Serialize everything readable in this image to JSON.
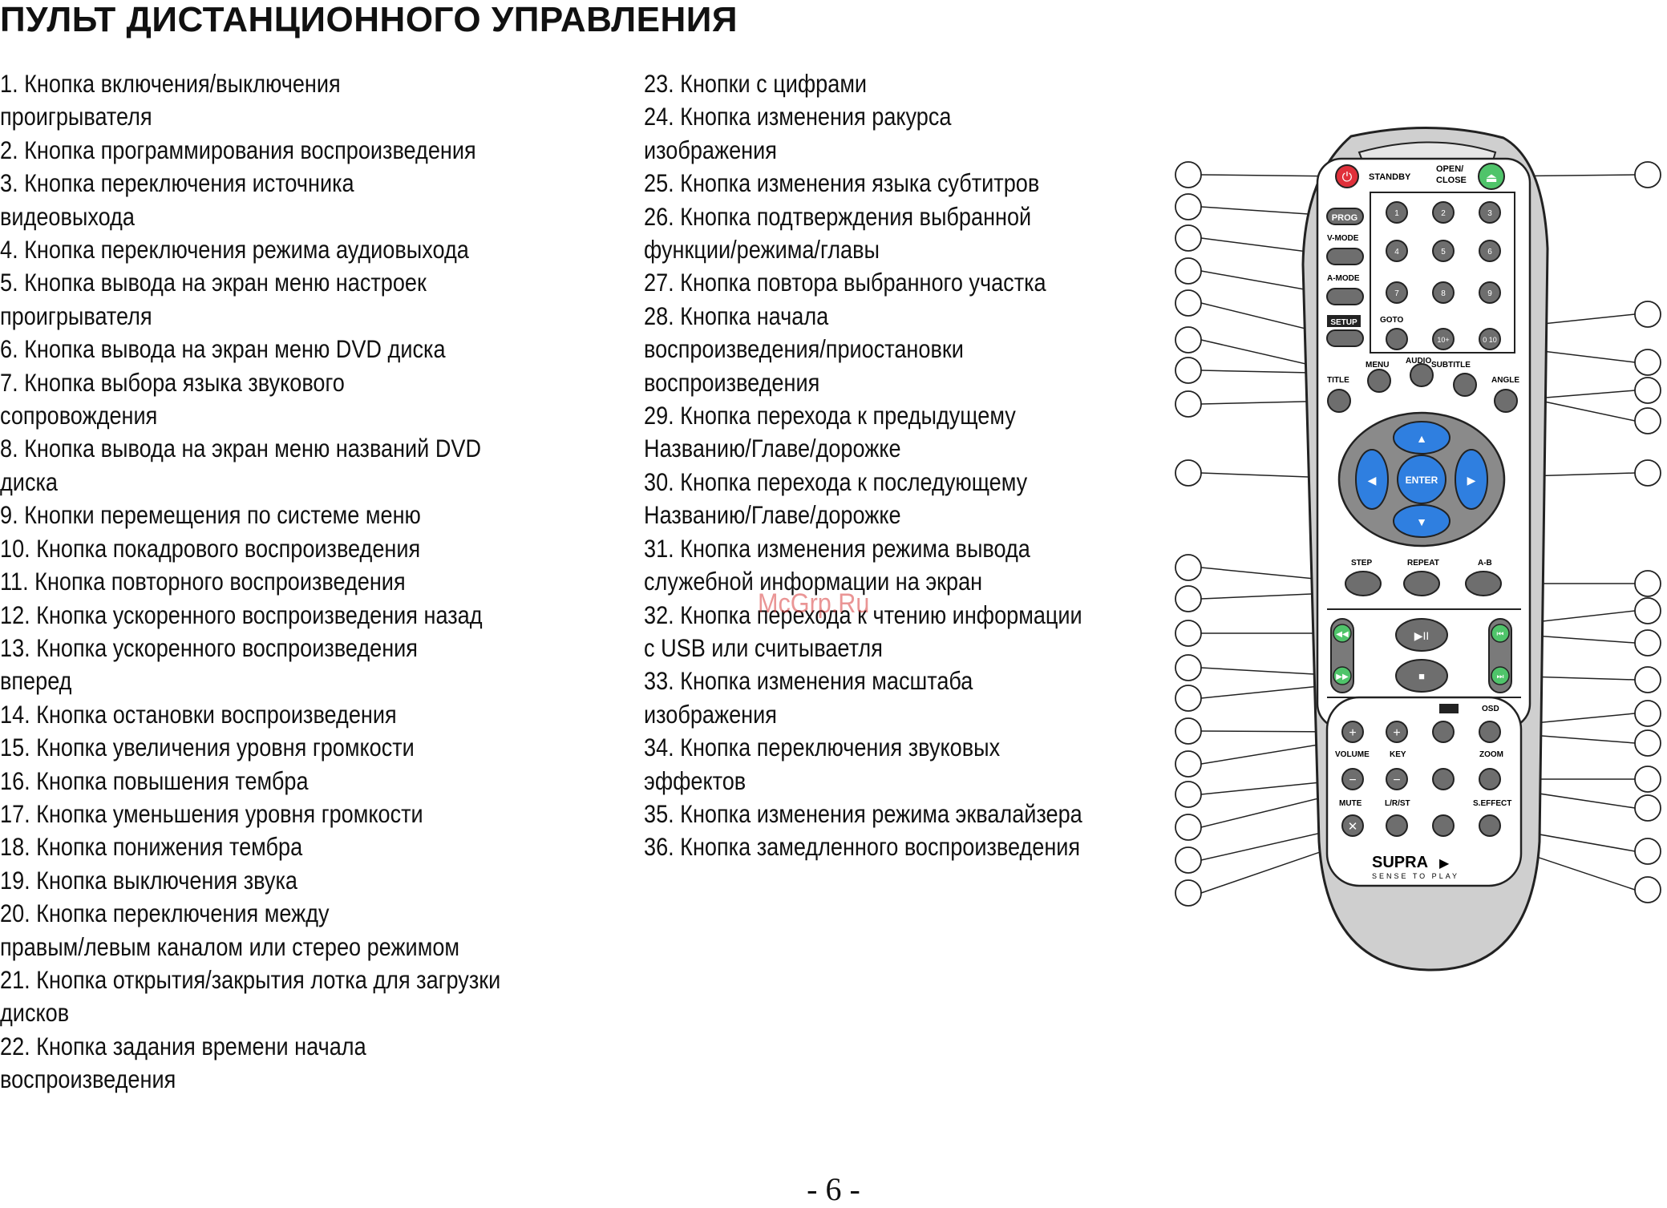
{
  "title": "ПУЛЬТ  ДИСТАНЦИОННОГО УПРАВЛЕНИЯ",
  "left_lines": [
    "1. Кнопка включения/выключения",
    "проигрывателя",
    "2. Кнопка программирования воспроизведения",
    "3. Кнопка переключения источника",
    "видеовыхода",
    "4. Кнопка переключения режима аудиовыхода",
    "5. Кнопка вывода на экран меню настроек",
    "проигрывателя",
    "6. Кнопка вывода на экран меню DVD диска",
    "7. Кнопка выбора языка звукового",
    "сопровождения",
    "8. Кнопка вывода на экран меню названий DVD",
    "диска",
    "9. Кнопки перемещения по системе меню",
    "10. Кнопка покадрового воспроизведения",
    "11. Кнопка повторного воспроизведения",
    "12. Кнопка ускоренного воспроизведения назад",
    "13. Кнопка ускоренного воспроизведения",
    "вперед",
    "14. Кнопка остановки воспроизведения",
    "15. Кнопка увеличения уровня громкости",
    "16. Кнопка повышения тембра",
    "17. Кнопка уменьшения уровня громкости",
    "18. Кнопка понижения тембра",
    "19. Кнопка выключения звука",
    "20. Кнопка переключения между",
    "правым/левым каналом или стерео режимом",
    "21. Кнопка открытия/закрытия лотка для загрузки",
    "дисков",
    "22. Кнопка задания времени начала",
    "воспроизведения"
  ],
  "right_lines": [
    "23. Кнопки с цифрами",
    "24. Кнопка изменения ракурса",
    "изображения",
    "25. Кнопка изменения языка субтитров",
    "26. Кнопка подтверждения выбранной",
    "функции/режима/главы",
    "27. Кнопка повтора выбранного участка",
    "28. Кнопка начала",
    "воспроизведения/приостановки",
    "воспроизведения",
    "29. Кнопка перехода к предыдущему",
    "Названию/Главе/дорожке",
    "30. Кнопка перехода к последующему",
    "Названию/Главе/дорожке",
    "31. Кнопка изменения режима вывода",
    "служебной информации на экран",
    "32. Кнопка перехода к чтению информации",
    "с USB или считываетля",
    "33. Кнопка изменения масштаба",
    "изображения",
    "34. Кнопка переключения звуковых",
    "эффектов",
    "35. Кнопка изменения режима эквалайзера",
    "36. Кнопка замедленного воспроизведения"
  ],
  "watermark": "McGrp.Ru",
  "page_number": "- 6 -",
  "remote": {
    "standby": "STANDBY",
    "open_close_1": "OPEN/",
    "open_close_2": "CLOSE",
    "prog": "PROG",
    "v_mode": "V-MODE",
    "a_mode": "A-MODE",
    "setup": "SETUP",
    "goto": "GOTO",
    "menu": "MENU",
    "audio": "AUDIO",
    "subtitle": "SUBTITLE",
    "title": "TITLE",
    "angle": "ANGLE",
    "enter": "ENTER",
    "step": "STEP",
    "repeat": "REPEAT",
    "a_b": "A-B",
    "osd": "OSD",
    "volume": "VOLUME",
    "key": "KEY",
    "zoom": "ZOOM",
    "mute": "MUTE",
    "lrst": "L/R/ST",
    "s_effect": "S.EFFECT",
    "brand": "SUPRA",
    "slogan": "SENSE TO PLAY",
    "digits": [
      "1",
      "2",
      "3",
      "4",
      "5",
      "6",
      "7",
      "8",
      "9",
      "10+",
      "0 10"
    ],
    "colors": {
      "body": "#cfcfcf",
      "panel": "#ffffff",
      "button": "#6e6e6e",
      "blue": "#2f7fe0",
      "ring": "#7a7a7a",
      "green": "#4fc46a",
      "red": "#e0303a"
    }
  }
}
